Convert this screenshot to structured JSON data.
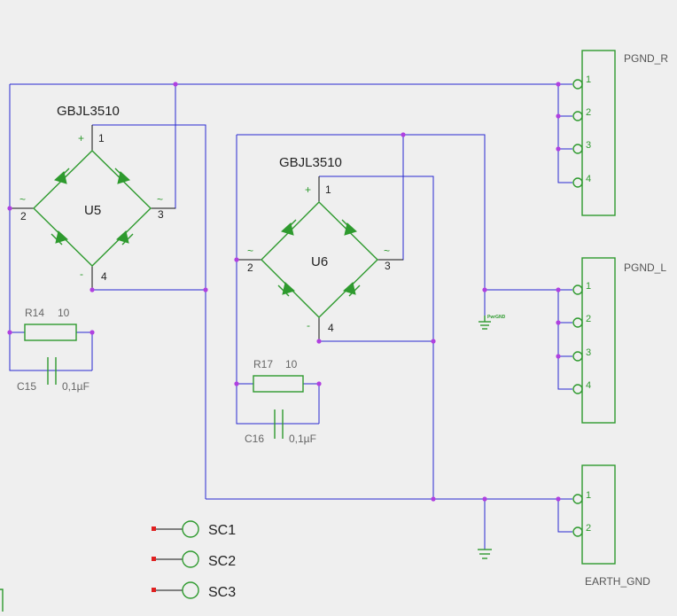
{
  "colors": {
    "background": "#efefef",
    "wire": "#2a2ad0",
    "component": "#2e9a2e",
    "junction": "#b040e0",
    "port_marker": "#e02020"
  },
  "bridges": [
    {
      "designator": "U5",
      "part": "GBJL3510",
      "pins": [
        "1",
        "2",
        "3",
        "4"
      ],
      "pin_marks": {
        "plus": "+",
        "ac_left": "~",
        "ac_right": "~",
        "minus": "-"
      }
    },
    {
      "designator": "U6",
      "part": "GBJL3510",
      "pins": [
        "1",
        "2",
        "3",
        "4"
      ],
      "pin_marks": {
        "plus": "+",
        "ac_left": "~",
        "ac_right": "~",
        "minus": "-"
      }
    }
  ],
  "resistors": [
    {
      "designator": "R14",
      "value": "10"
    },
    {
      "designator": "R17",
      "value": "10"
    }
  ],
  "capacitors": [
    {
      "designator": "C15",
      "value": "0,1µF"
    },
    {
      "designator": "C16",
      "value": "0,1µF"
    }
  ],
  "connectors": [
    {
      "name": "PGND_R",
      "pins": [
        "1",
        "2",
        "3",
        "4"
      ]
    },
    {
      "name": "PGND_L",
      "pins": [
        "1",
        "2",
        "3",
        "4"
      ]
    },
    {
      "name": "EARTH_GND",
      "pins": [
        "1",
        "2"
      ]
    }
  ],
  "power_symbols": [
    {
      "label": "PwrGND"
    }
  ],
  "ports": [
    {
      "label": "SC1"
    },
    {
      "label": "SC2"
    },
    {
      "label": "SC3"
    }
  ]
}
